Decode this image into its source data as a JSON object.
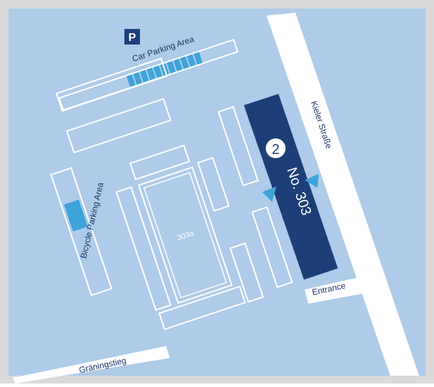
{
  "map": {
    "colors": {
      "frame": "#d9d9d9",
      "background": "#aecbe9",
      "outline": "#ffffff",
      "road": "#ffffff",
      "highlight_building": "#1c3f78",
      "parking_stripe": "#3da3d9",
      "arrow": "#3da3d9",
      "label_text": "#1a3566",
      "building_label_text": "#ffffff"
    },
    "parking_sign": {
      "letter": "P",
      "icon": "parking-sign-icon"
    },
    "labels": {
      "car_parking": "Car Parking Area",
      "bicycle_parking": "Bicycle Parking Area",
      "street_kieler": "Kieler Straße",
      "street_graningstieg": "Gräningstieg",
      "entrance": "Entrance",
      "building_303a": "303a",
      "building_303": "No. 303",
      "building_number_badge": "2"
    },
    "icons": [
      "parking-sign-icon",
      "entrance-arrow-icon"
    ]
  }
}
